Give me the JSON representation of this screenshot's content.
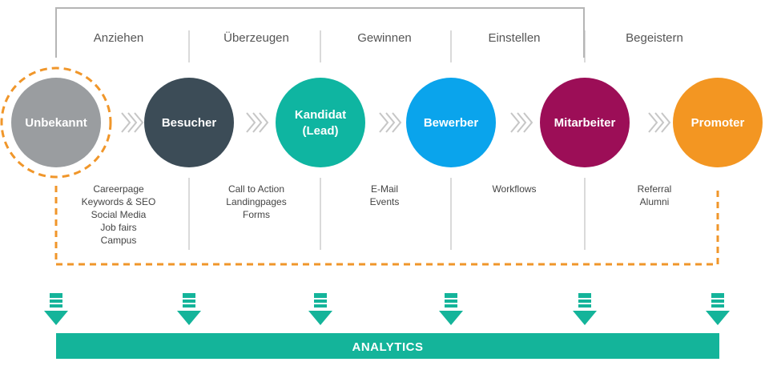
{
  "stage_labels": [
    "Anziehen",
    "Überzeugen",
    "Gewinnen",
    "Einstellen",
    "Begeistern"
  ],
  "personas": [
    {
      "lines": [
        "Unbekannt"
      ],
      "color": "#9a9da0",
      "dashed_ring": true,
      "ring_color": "#f0962a"
    },
    {
      "lines": [
        "Besucher"
      ],
      "color": "#3c4c57"
    },
    {
      "lines": [
        "Kandidat",
        "(Lead)"
      ],
      "color": "#0fb5a1"
    },
    {
      "lines": [
        "Bewerber"
      ],
      "color": "#0aa4ec"
    },
    {
      "lines": [
        "Mitarbeiter"
      ],
      "color": "#9c0e57"
    },
    {
      "lines": [
        "Promoter"
      ],
      "color": "#f39622"
    }
  ],
  "tactics": [
    [
      "Careerpage",
      "Keywords & SEO",
      "Social Media",
      "Job fairs",
      "Campus"
    ],
    [
      "Call to Action",
      "Landingpages",
      "Forms"
    ],
    [
      "E-Mail",
      "Events"
    ],
    [
      "Workflows"
    ],
    [
      "Referral",
      "Alumni"
    ]
  ],
  "analytics": {
    "label": "ANALYTICS",
    "color": "#14b49a"
  },
  "colors": {
    "divider": "#b5b5b5",
    "chevron": "#c6c6c6",
    "dashed_path": "#f0962a",
    "arrow": "#14b49a"
  }
}
